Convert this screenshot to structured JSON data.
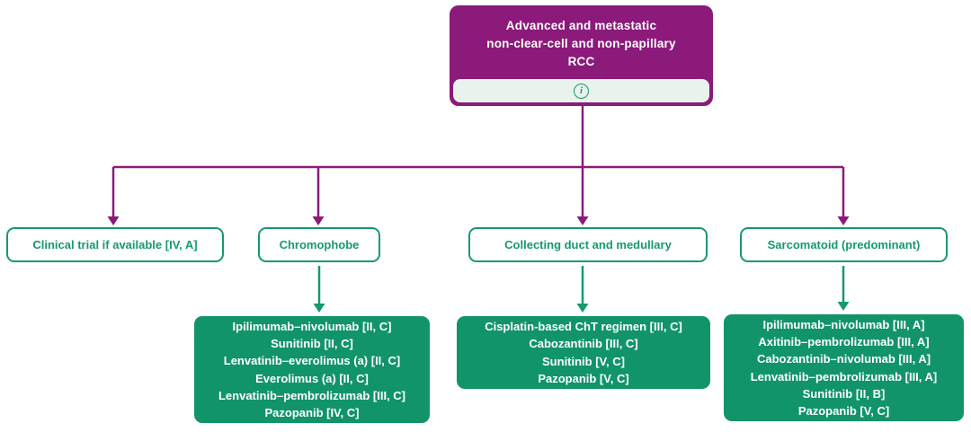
{
  "flowchart": {
    "root": {
      "title": "Advanced and metastatic non-clear-cell and non-papillary RCC",
      "title_lines": [
        "Advanced and metastatic",
        "non-clear-cell and non-papillary",
        "RCC"
      ],
      "info_icon_glyph": "i"
    },
    "branches": [
      {
        "label": "Clinical trial if available [IV, A]",
        "treatments": []
      },
      {
        "label": "Chromophobe",
        "treatments": [
          "Ipilimumab–nivolumab [II, C]",
          "Sunitinib [II, C]",
          "Lenvatinib–everolimus (a) [II, C]",
          "Everolimus (a) [II, C]",
          "Lenvatinib–pembrolizumab [III, C]",
          "Pazopanib [IV, C]"
        ]
      },
      {
        "label": "Collecting duct and medullary",
        "treatments": [
          "Cisplatin-based ChT regimen [III, C]",
          "Cabozantinib [III, C]",
          "Sunitinib [V, C]",
          "Pazopanib [V, C]"
        ]
      },
      {
        "label": "Sarcomatoid (predominant)",
        "treatments": [
          "Ipilimumab–nivolumab [III, A]",
          "Axitinib–pembrolizumab [III, A]",
          "Cabozantinib–nivolumab [III, A]",
          "Lenvatinib–pembrolizumab [III, A]",
          "Sunitinib [II, B]",
          "Pazopanib [V, C]"
        ]
      }
    ],
    "colors": {
      "purple": "#8B1A7B",
      "green_fill": "#12946A",
      "green_accent": "#149A6B",
      "info_strip_bg": "#E9F2ED",
      "text_on_dark": "#FFFFFF"
    }
  }
}
